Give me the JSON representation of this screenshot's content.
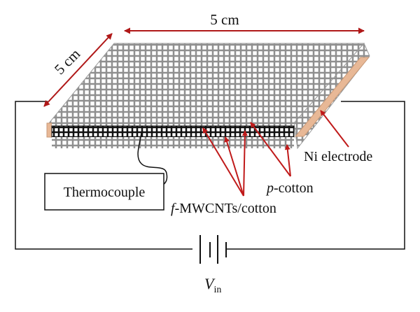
{
  "labels": {
    "length_top": "5 cm",
    "length_side": "5 cm",
    "thermocouple": "Thermocouple",
    "ni_electrode": "Ni electrode",
    "p_cotton_prefix": "p",
    "p_cotton_suffix": "-cotton",
    "f_mwcnt_prefix": "f",
    "f_mwcnt_suffix": "-MWCNTs/cotton",
    "voltage_symbol": "V",
    "voltage_subscript": "in"
  },
  "colors": {
    "dimension_arrow": "#b01818",
    "annotation_arrow": "#c01a1a",
    "electrode": "#e8b896",
    "fabric_grid": "#8c8c8c",
    "wire": "#111111"
  }
}
